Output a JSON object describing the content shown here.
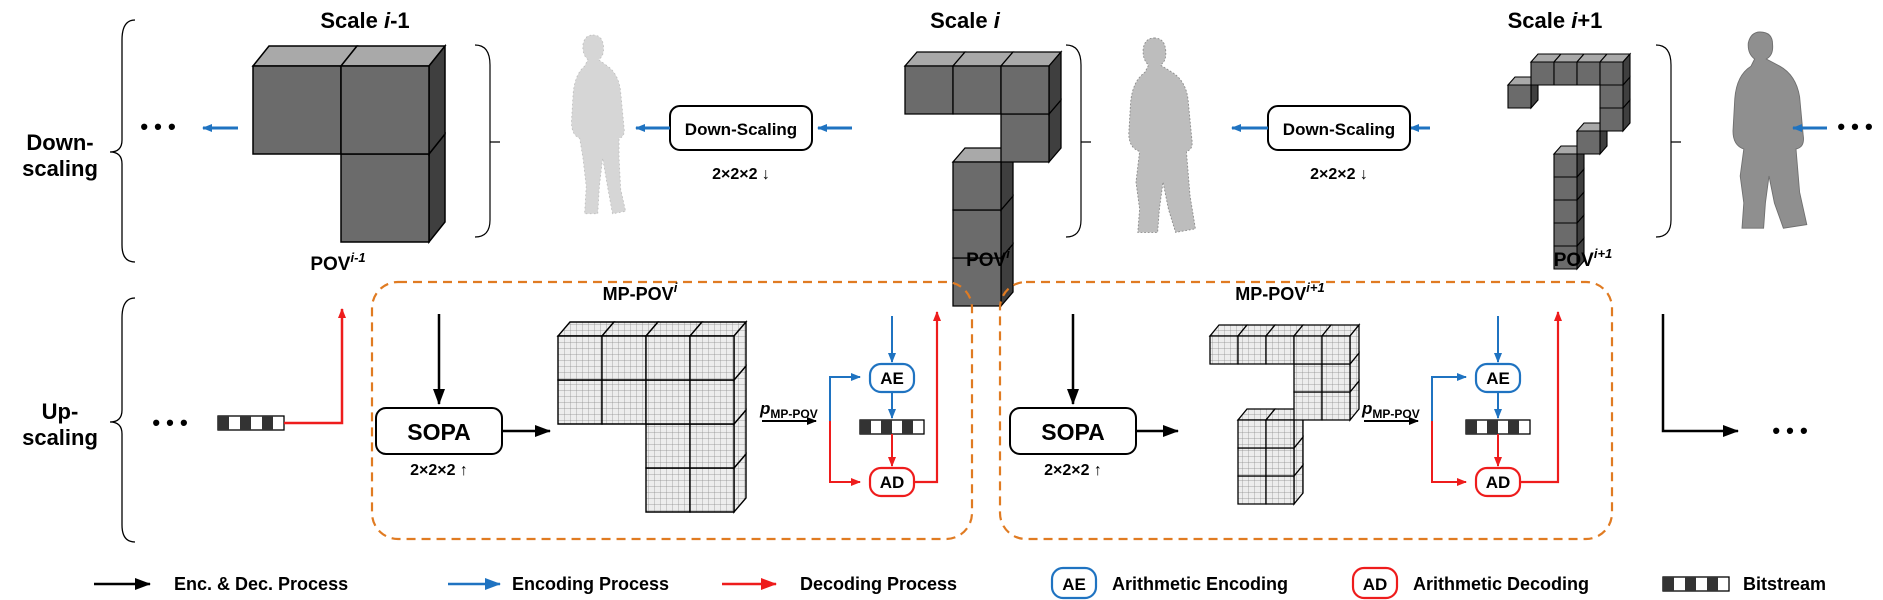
{
  "rows": {
    "down": [
      "Down-",
      "scaling"
    ],
    "up": [
      "Up-",
      "scaling"
    ]
  },
  "scales": {
    "left": {
      "prefix": "Scale ",
      "var": "i",
      "suffix": "-1",
      "pov_base": "POV",
      "pov_sup": "i-1"
    },
    "middle": {
      "prefix": "Scale ",
      "var": "i",
      "suffix": "",
      "pov_base": "POV",
      "pov_sup": "i"
    },
    "right": {
      "prefix": "Scale ",
      "var": "i",
      "suffix": "+1",
      "pov_base": "POV",
      "pov_sup": "i+1"
    }
  },
  "ellipsis": "• • •",
  "downscale_box": "Down-Scaling",
  "downscale_factor": "2×2×2 ↓",
  "modules": [
    {
      "mp_base": "MP-POV",
      "mp_sup": "i",
      "sopa": "SOPA",
      "factor": "2×2×2 ↑",
      "p_base": "p",
      "p_sub": "MP-POV",
      "ae": "AE",
      "ad": "AD"
    },
    {
      "mp_base": "MP-POV",
      "mp_sup": "i+1",
      "sopa": "SOPA",
      "factor": "2×2×2 ↑",
      "p_base": "p",
      "p_sub": "MP-POV",
      "ae": "AE",
      "ad": "AD"
    }
  ],
  "legend": {
    "encdec": "Enc. & Dec. Process",
    "enc": "Encoding Process",
    "dec": "Decoding Process",
    "ae_tag": "AE",
    "ae_text": "Arithmetic Encoding",
    "ad_tag": "AD",
    "ad_text": "Arithmetic Decoding",
    "bitstream": "Bitstream"
  },
  "colors": {
    "blue": "#1f73c1",
    "red": "#ee1c1c",
    "black": "#000000",
    "orange": "#e07b22",
    "cube_front": "#6b6b6b",
    "cube_top": "#a9a9a9",
    "cube_side": "#3f3f3f",
    "cloud": "#9a9a9a"
  }
}
